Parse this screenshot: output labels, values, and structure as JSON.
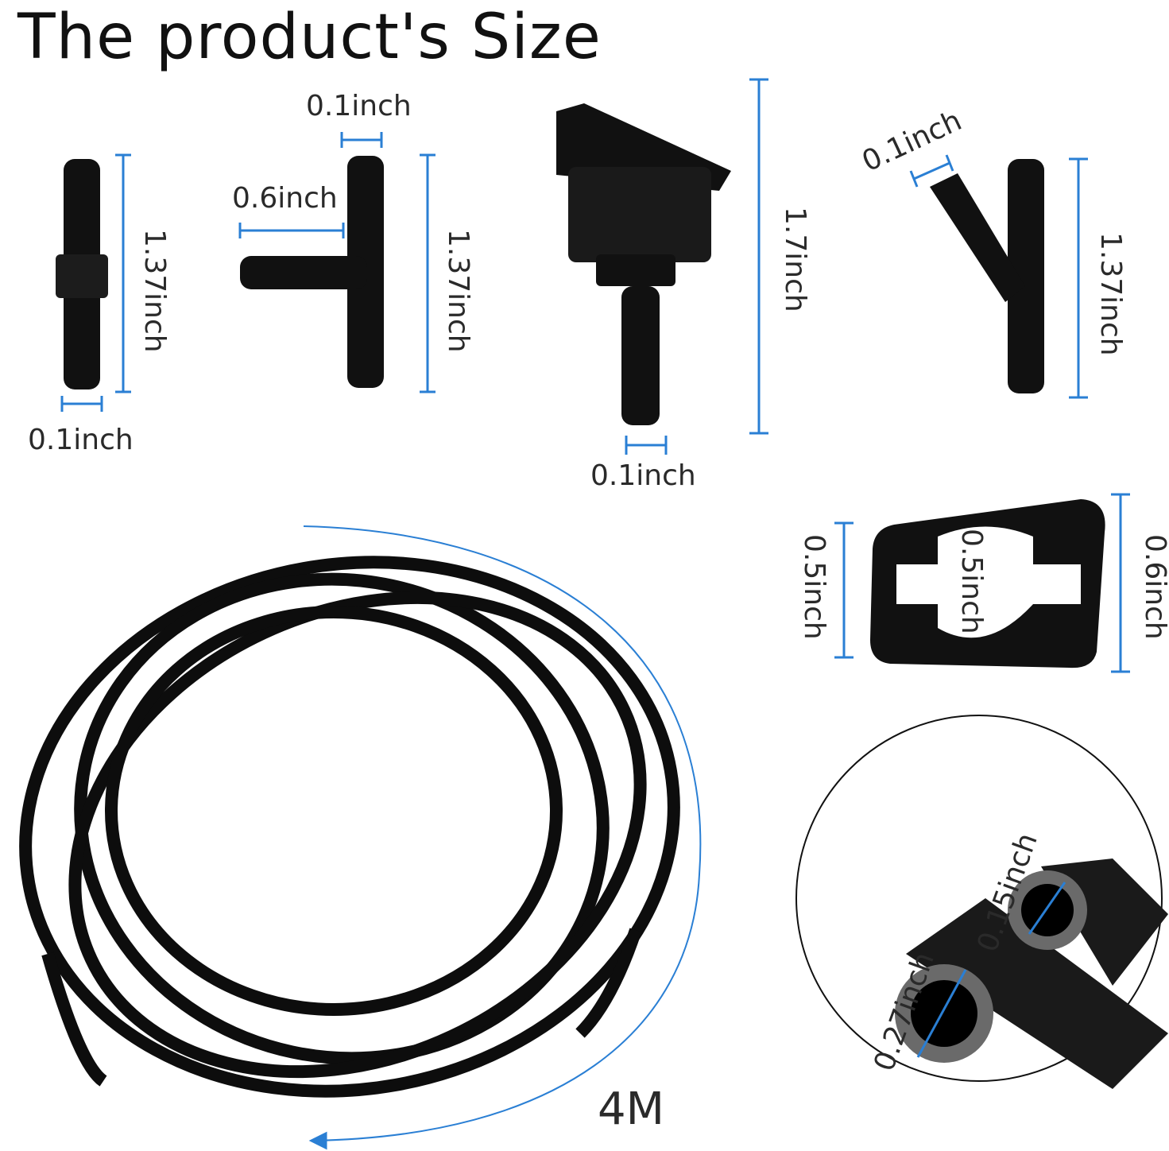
{
  "title": "The product's Size",
  "accent_color": "#2a7fd4",
  "items": {
    "straight_connector": {
      "length": "1.37inch",
      "diameter": "0.1inch"
    },
    "tee_connector": {
      "end": "0.1inch",
      "arm": "0.6inch",
      "length": "1.37inch"
    },
    "nozzle": {
      "height": "1.7inch",
      "tip": "0.1inch"
    },
    "y_connector": {
      "end": "0.1inch",
      "length": "1.37inch"
    },
    "gasket": {
      "outer_left": "0.5inch",
      "inner": "0.5inch",
      "height": "0.6inch"
    },
    "hose": {
      "length": "4M",
      "inner_diameter": "0.15inch",
      "outer_diameter": "0.27inch"
    }
  }
}
